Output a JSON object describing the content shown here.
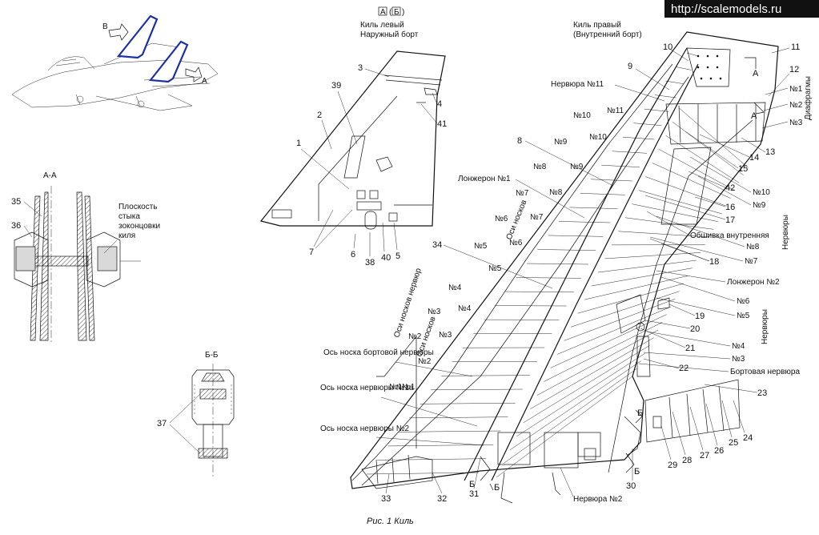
{
  "watermark": "http://scalemodels.ru",
  "caption": "Рис. 1   Киль",
  "view_marks": {
    "a": "А",
    "b": "Б"
  },
  "left_fin": {
    "title": "Киль левый",
    "subtitle": "Наружный борт"
  },
  "right_fin": {
    "title": "Киль правый",
    "subtitle": "(Внутренний борт)"
  },
  "section_aa": {
    "title": "А-А",
    "note_line1": "Плоскость",
    "note_line2": "стыка",
    "note_line3": "зоконцовки",
    "note_line4": "киля"
  },
  "section_bb": {
    "title": "Б-Б"
  },
  "overview": {
    "mark_b": "В",
    "mark_a": "А"
  },
  "callouts_left": [
    "35",
    "36",
    "37"
  ],
  "callouts_fin_left": [
    "3",
    "39",
    "2",
    "1",
    "4",
    "41",
    "7",
    "6",
    "38",
    "40",
    "5"
  ],
  "callouts_fin_right": [
    "10",
    "9",
    "11",
    "12",
    "13",
    "14",
    "15",
    "42",
    "16",
    "17",
    "18",
    "19",
    "20",
    "21",
    "22",
    "23",
    "24",
    "25",
    "26",
    "27",
    "28",
    "29",
    "30",
    "31",
    "32",
    "33",
    "34",
    "8"
  ],
  "labels": {
    "rib11": "Нервюра №11",
    "spar1": "Лонжерон №1",
    "spar2": "Лонжерон №2",
    "skin_inner": "Обшивка внутренняя",
    "side_rib": "Бортовая нервюра",
    "rib2": "Нервюра №2",
    "ribs_vertical": "Нервюры",
    "ribs_vertical2": "Нервюры",
    "diaphragms": "Диафрагмы",
    "nose_axes": "Оси носков нервюр",
    "nose_axes2": "Оси носков",
    "nose_axes3": "Оси носков",
    "nose_side_rib": "Ось носка бортовой нервюры",
    "nose_rib1a": "Ось носка нервюры №1а",
    "nose_rib2": "Ось носка нервюры №2",
    "diaphragm_nums": [
      "№1",
      "№2",
      "№3"
    ],
    "right_ribs": [
      "№10",
      "№9",
      "№8",
      "№7",
      "№6",
      "№5",
      "№4",
      "№3"
    ],
    "left_ribs": [
      "№11",
      "№10",
      "№9",
      "№8",
      "№7",
      "№6",
      "№5",
      "№4",
      "№3",
      "№2",
      "№1"
    ],
    "nose_ribs": [
      "№10",
      "№9",
      "№8",
      "№7",
      "№6",
      "№5",
      "№4",
      "№3",
      "№2",
      "№1"
    ]
  }
}
